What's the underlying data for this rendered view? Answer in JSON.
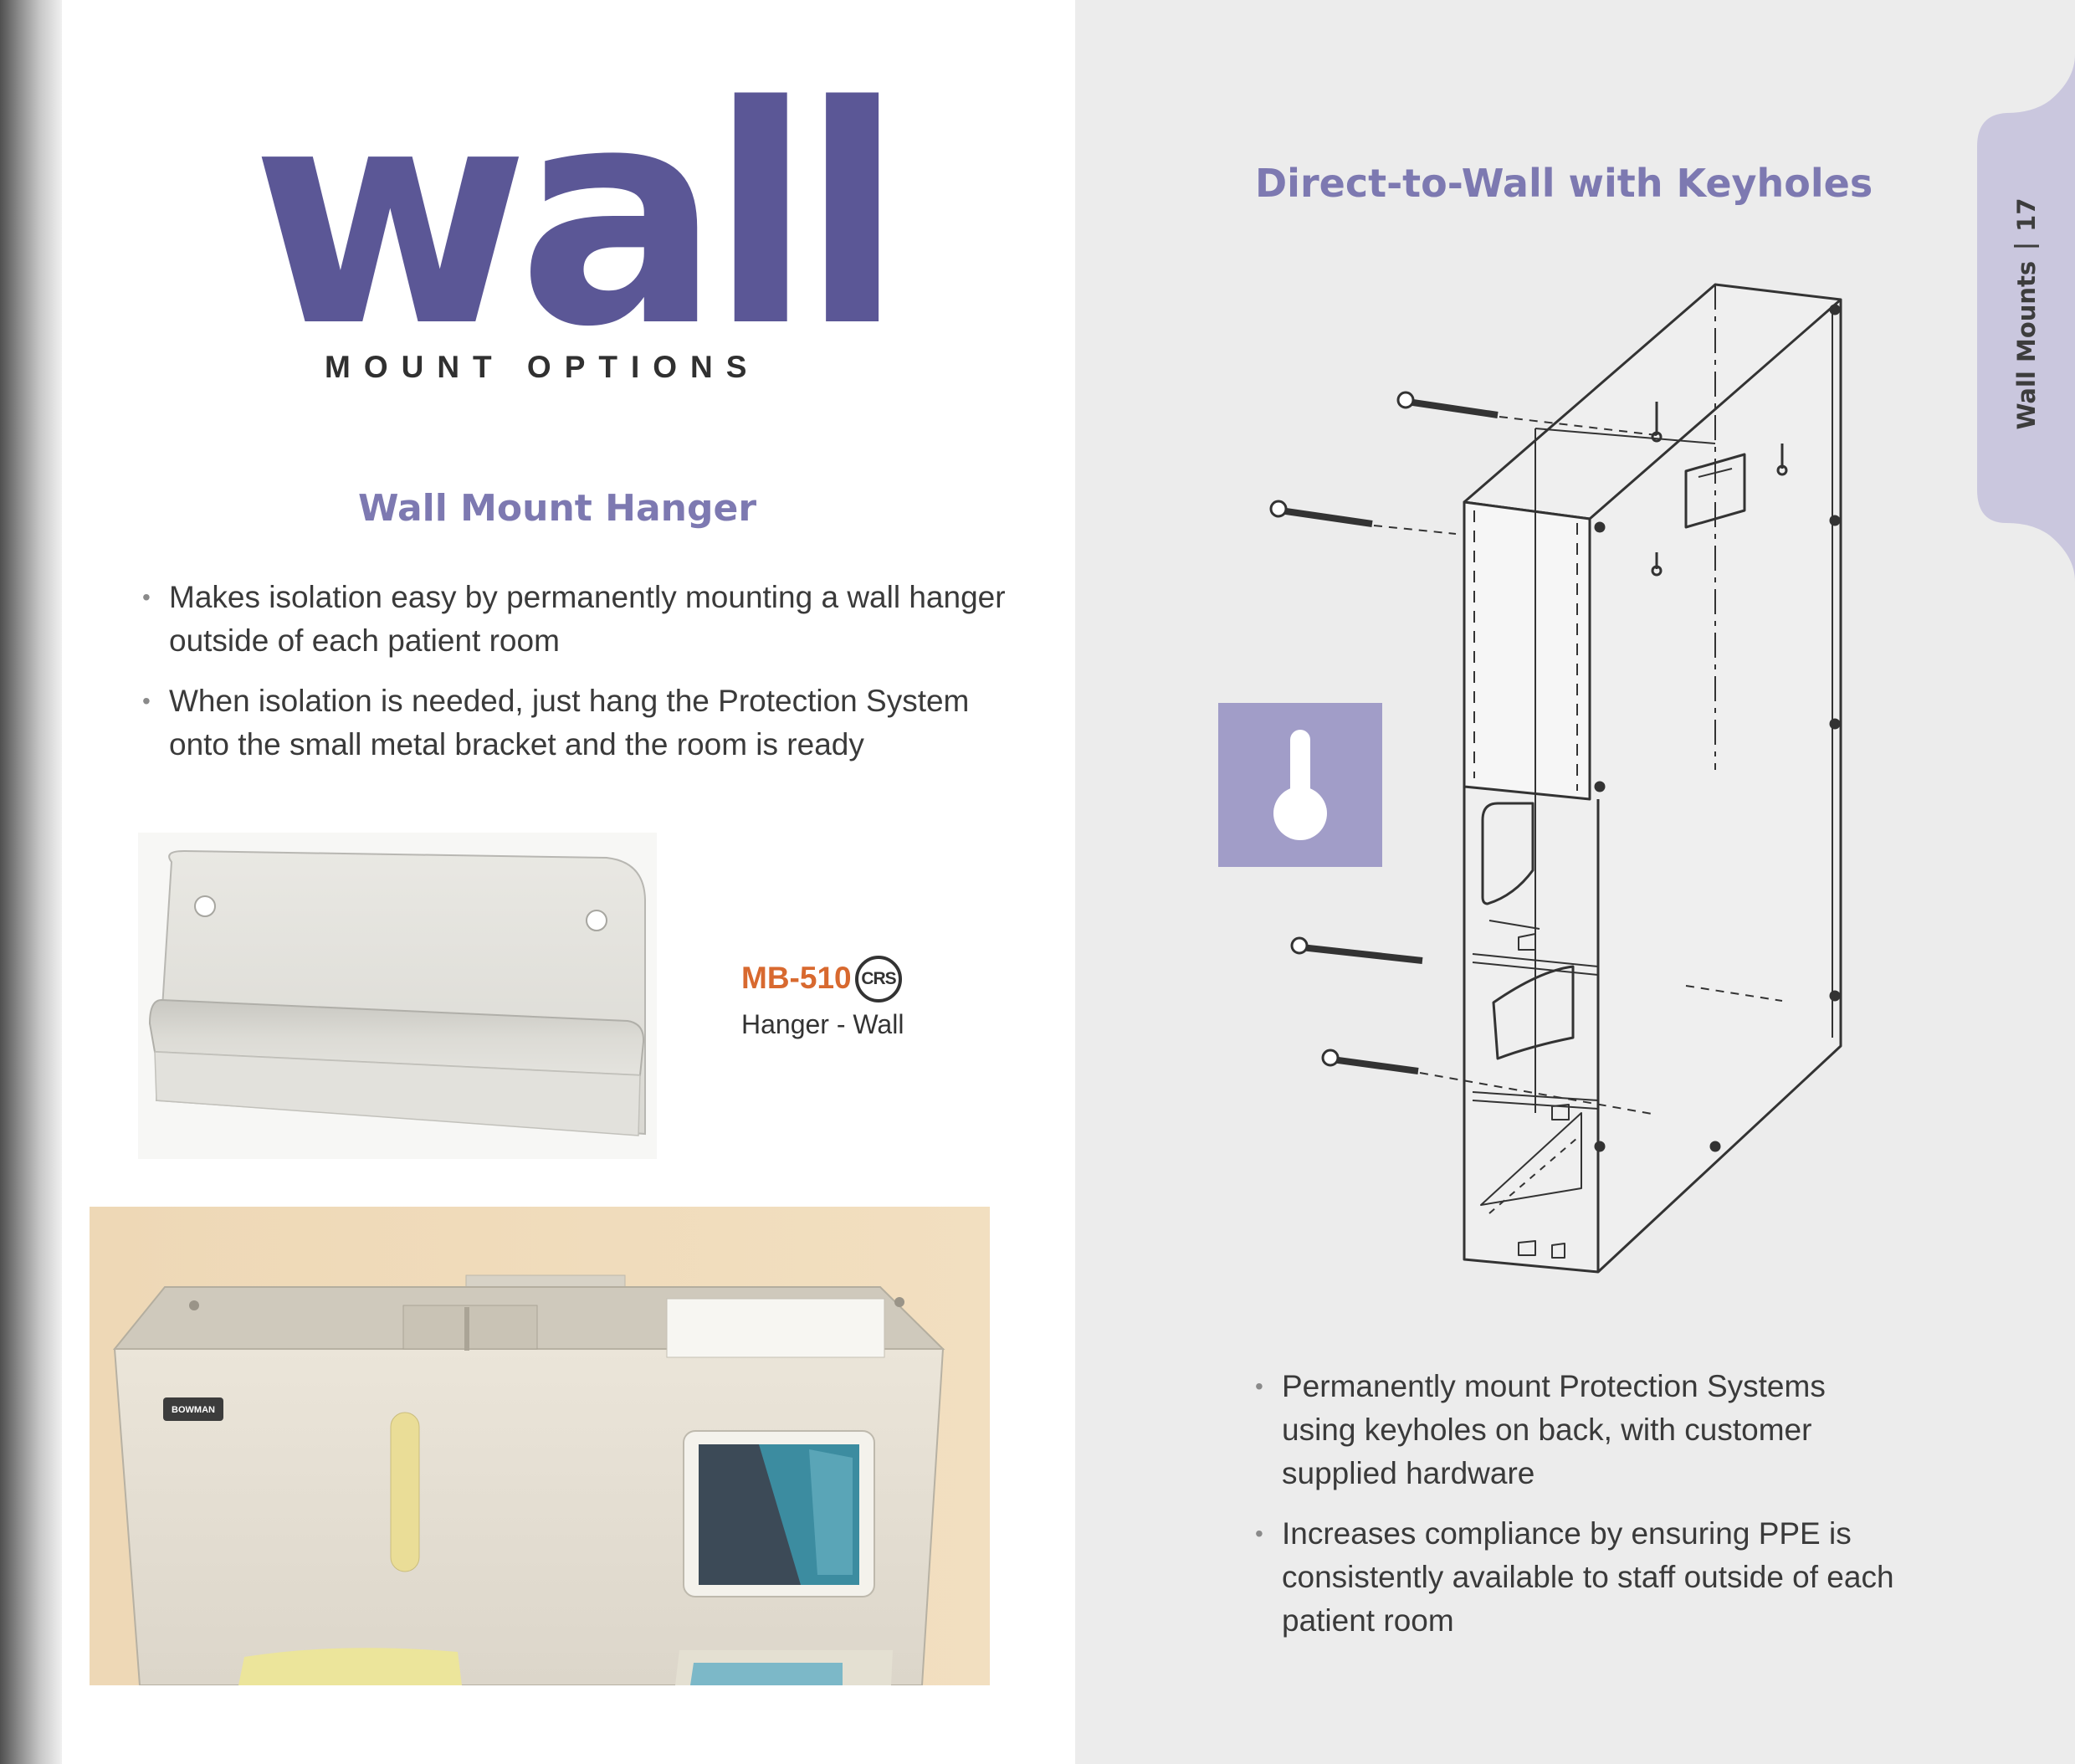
{
  "header": {
    "title": "wall",
    "subtitle": "MOUNT OPTIONS"
  },
  "left_section": {
    "heading": "Wall Mount Hanger",
    "bullets": [
      "Makes isolation easy by permanently mounting a wall hanger outside of each patient room",
      "When isolation is needed, just hang the Protection System onto the small metal bracket and the room is ready"
    ],
    "product": {
      "code": "MB-510",
      "badge": "CRS",
      "name": "Hanger - Wall"
    },
    "photo_brand": "BOWMAN"
  },
  "right_section": {
    "heading": "Direct-to-Wall with Keyholes",
    "bullets": [
      "Permanently mount Protection Systems using keyholes on back, with customer supplied hardware",
      "Increases compliance by ensuring PPE is consistently available to staff outside of each patient room"
    ]
  },
  "side_tab": {
    "label": "Wall Mounts",
    "page_number": "17"
  },
  "colors": {
    "brand_purple": "#5b5796",
    "heading_lavender": "#7d79b1",
    "accent_orange": "#d8692f",
    "keyhole_box": "#a19dc8",
    "tab": "#cac7de"
  }
}
